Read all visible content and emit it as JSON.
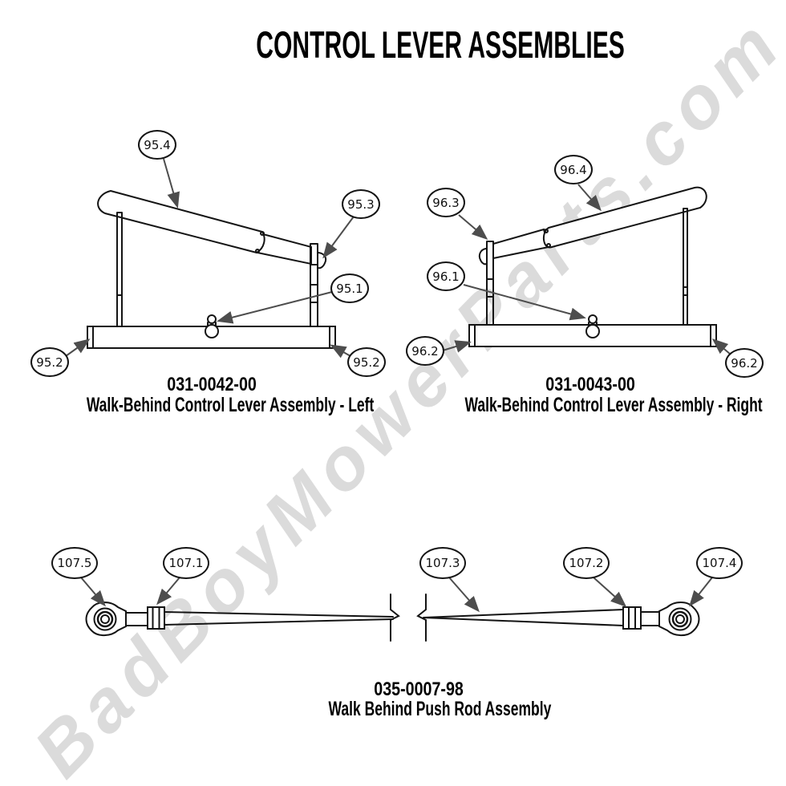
{
  "title": "CONTROL LEVER ASSEMBLIES",
  "watermark": {
    "text": "BadBoyMowerParts.com",
    "color": "#dbdbdb"
  },
  "colors": {
    "line": "#141414",
    "arrow": "#4d4d4d",
    "background": "#ffffff"
  },
  "left_assembly": {
    "part_number": "031-0042-00",
    "name": "Walk-Behind Control Lever Assembly - Left",
    "callouts": [
      "95.4",
      "95.3",
      "95.1",
      "95.2",
      "95.2"
    ]
  },
  "right_assembly": {
    "part_number": "031-0043-00",
    "name": "Walk-Behind Control Lever Assembly - Right",
    "callouts": [
      "96.4",
      "96.3",
      "96.1",
      "96.2",
      "96.2"
    ]
  },
  "push_rod": {
    "part_number": "035-0007-98",
    "name": "Walk Behind Push Rod Assembly",
    "callouts": [
      "107.5",
      "107.1",
      "107.3",
      "107.2",
      "107.4"
    ]
  }
}
